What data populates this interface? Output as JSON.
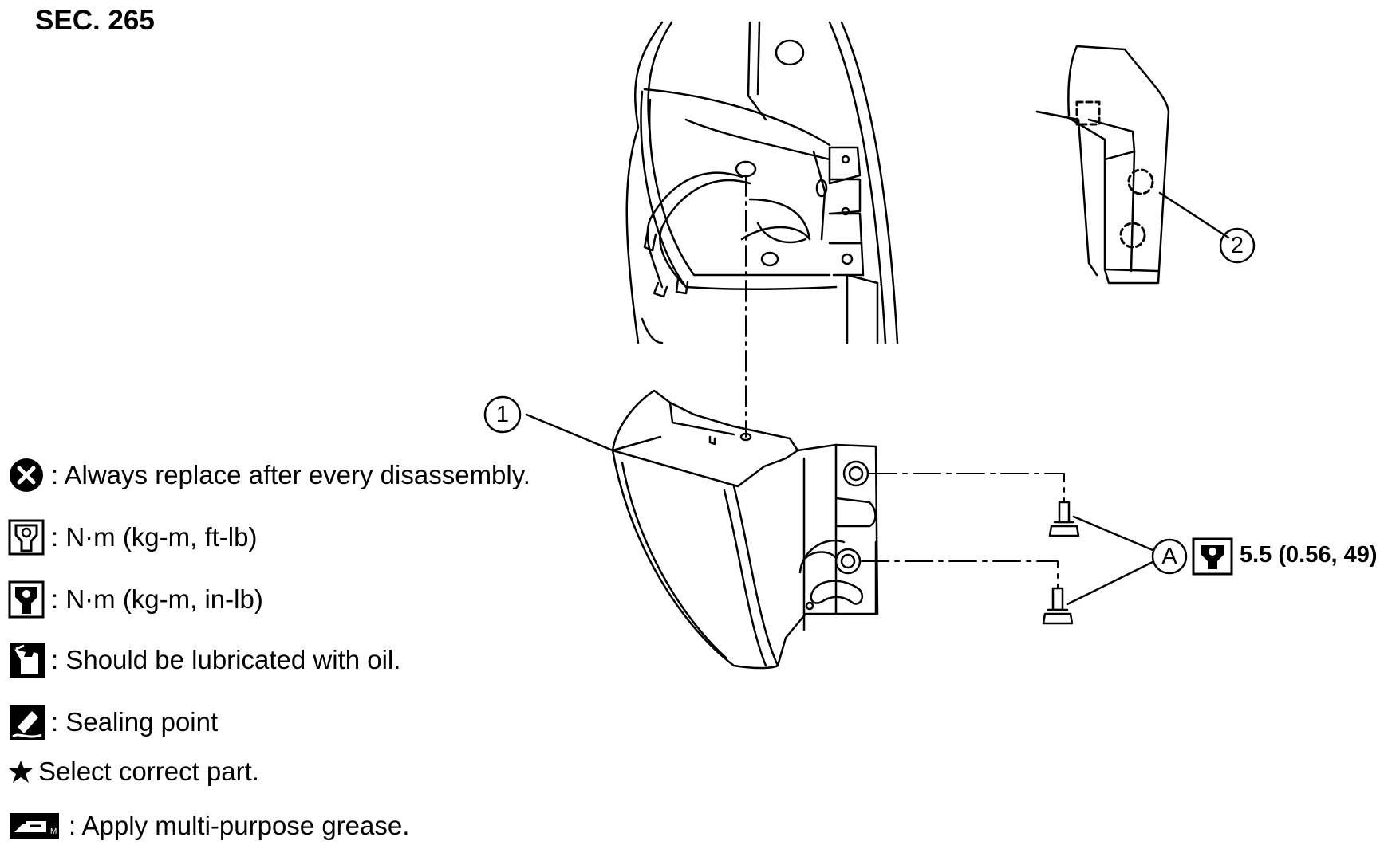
{
  "header": {
    "section": "SEC. 265"
  },
  "callouts": {
    "part1": "1",
    "part2": "2",
    "bolts": "A"
  },
  "torque": {
    "value": "5.5 (0.56, 49)",
    "icon": "torque-wrench-in-lb-icon"
  },
  "legend": [
    {
      "icon": "replace-x-icon",
      "text": ": Always replace after every disassembly."
    },
    {
      "icon": "torque-wrench-ft-lb-icon",
      "text": ": N·m (kg-m, ft-lb)"
    },
    {
      "icon": "torque-wrench-in-lb-icon",
      "text": ": N·m (kg-m, in-lb)"
    },
    {
      "icon": "oil-can-icon",
      "text": ": Should be lubricated with oil."
    },
    {
      "icon": "sealant-icon",
      "text": ": Sealing point"
    },
    {
      "icon": "star-icon",
      "text": "Select correct part."
    },
    {
      "icon": "grease-gun-icon",
      "text": ": Apply multi-purpose grease."
    }
  ]
}
